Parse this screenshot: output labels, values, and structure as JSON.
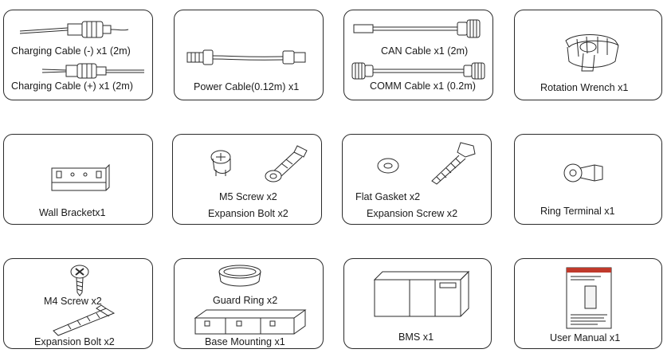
{
  "items": [
    {
      "labels": [
        "Charging Cable (-) x1 (2m)",
        "Charging Cable (+) x1 (2m)"
      ]
    },
    {
      "labels": [
        "Power Cable(0.12m) x1"
      ]
    },
    {
      "labels": [
        "CAN Cable x1 (2m)",
        "COMM  Cable x1 (0.2m)"
      ]
    },
    {
      "labels": [
        "Rotation Wrench x1"
      ]
    },
    {
      "labels": [
        "Wall Bracketx1"
      ]
    },
    {
      "labels": [
        "M5 Screw x2",
        "Expansion Bolt x2"
      ]
    },
    {
      "labels": [
        "Flat Gasket x2",
        "Expansion Screw x2"
      ]
    },
    {
      "labels": [
        "Ring Terminal  x1"
      ]
    },
    {
      "labels": [
        "M4 Screw x2",
        "Expansion Bolt x2"
      ]
    },
    {
      "labels": [
        "Guard Ring x2",
        "Base Mounting x1"
      ]
    },
    {
      "labels": [
        "BMS x1"
      ]
    },
    {
      "labels": [
        "User Manual x1"
      ]
    }
  ],
  "colors": {
    "line": "#2a2a2a",
    "manual_accent": "#c0392b"
  }
}
